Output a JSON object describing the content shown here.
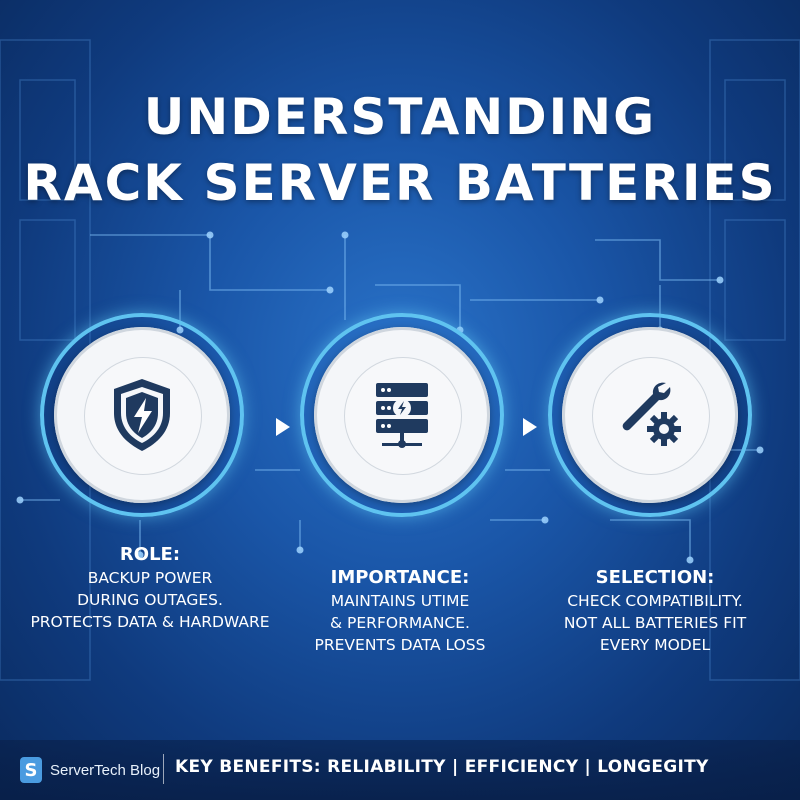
{
  "title": {
    "line1": "UNDERSTANDING",
    "line2": "RACK SERVER BATTERIES"
  },
  "steps": [
    {
      "heading": "ROLE:",
      "lines": [
        "BACKUP POWER",
        "DURING OUTAGES.",
        "PROTECTS DATA & HARDWARE"
      ],
      "icon": "shield-bolt-icon"
    },
    {
      "heading": "IMPORTANCE:",
      "lines": [
        "MAINTAINS UTIME",
        "& PERFORMANCE.",
        "PREVENTS DATA LOSS"
      ],
      "icon": "server-bolt-icon"
    },
    {
      "heading": "SELECTION:",
      "lines": [
        "CHECK COMPATIBILITY.",
        "NOT ALL BATTERIES FIT",
        "EVERY MODEL"
      ],
      "icon": "wrench-gear-icon"
    }
  ],
  "footer": {
    "brand": "ServerTech Blog",
    "brand_logo": "S",
    "benefits": "KEY BENEFITS: RELIABILITY | EFFICIENCY | LONGEGITY"
  },
  "colors": {
    "accent": "#5fc3f0",
    "icon_dark": "#1f3a5f",
    "background": "#1a56a8"
  }
}
